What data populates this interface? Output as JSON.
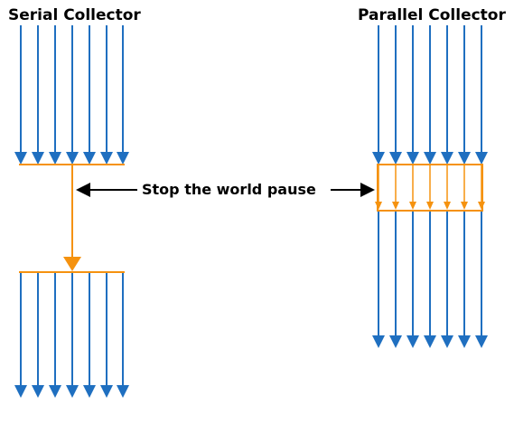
{
  "serial": {
    "title": "Serial Collector"
  },
  "parallel": {
    "title": "Parallel Collector"
  },
  "pause": {
    "label": "Stop the world pause"
  },
  "colors": {
    "thread": "#1f6fc0",
    "gc": "#f5920f",
    "pause_arrow": "#000000"
  }
}
